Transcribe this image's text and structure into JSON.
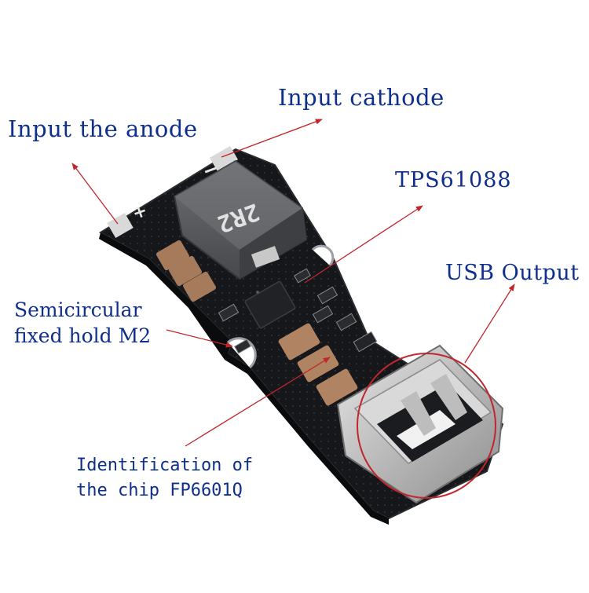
{
  "labels": {
    "input_anode": "Input the anode",
    "input_cathode": "Input cathode",
    "chip": "TPS61088",
    "usb_output": "USB Output",
    "semicircular_line1": "Semicircular",
    "semicircular_line2": "fixed hold M2",
    "identification_line1": "Identification of",
    "identification_line2": "the chip FP6601Q"
  },
  "board_marks": {
    "inductor_code": "2R2",
    "plus": "+",
    "minus": "−"
  },
  "colors": {
    "label_text": "#0f2f8c",
    "arrow": "#c0262b",
    "pcb": "#15171b",
    "inductor": "#5a5c60",
    "usb_metal": "#c9c9c9",
    "highlight_circle": "#c0262b"
  }
}
